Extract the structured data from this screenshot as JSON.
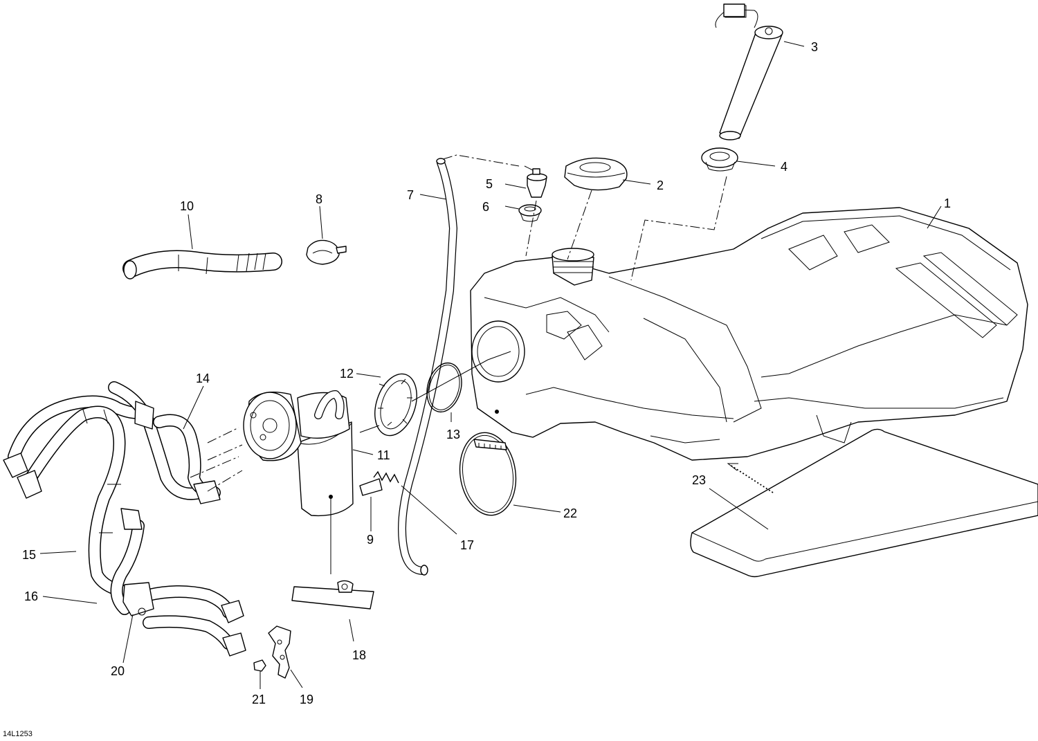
{
  "figure_ref": "14L1253",
  "callouts": [
    "1",
    "2",
    "3",
    "4",
    "5",
    "6",
    "7",
    "8",
    "9",
    "10",
    "11",
    "12",
    "13",
    "14",
    "15",
    "16",
    "17",
    "18",
    "19",
    "20",
    "21",
    "22",
    "23"
  ]
}
